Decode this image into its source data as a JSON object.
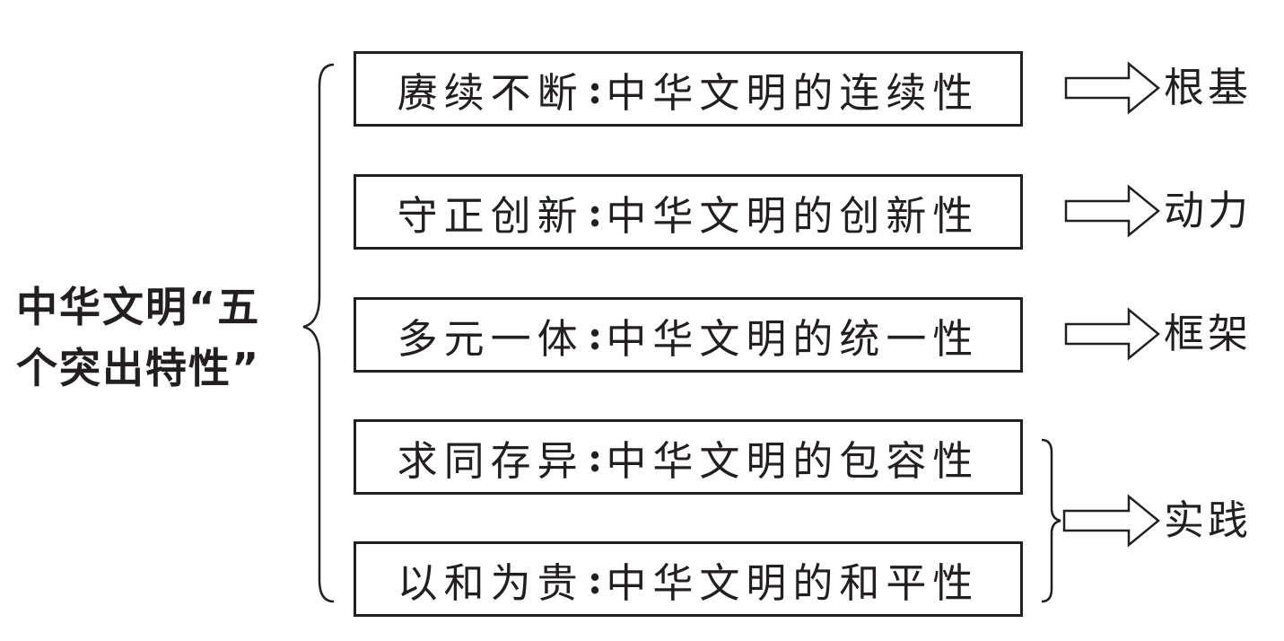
{
  "title": {
    "line1": "中华文明“五",
    "line2": "个突出特性”"
  },
  "traits": [
    {
      "label": "赓续不断",
      "desc": "中华文明的连续性"
    },
    {
      "label": "守正创新",
      "desc": "中华文明的创新性"
    },
    {
      "label": "多元一体",
      "desc": "中华文明的统一性"
    },
    {
      "label": "求同存异",
      "desc": "中华文明的包容性"
    },
    {
      "label": "以和为贵",
      "desc": "中华文明的和平性"
    }
  ],
  "results": [
    "根基",
    "动力",
    "框架",
    "实践"
  ],
  "separator": ":",
  "colors": {
    "ink": "#231f20",
    "background": "#ffffff"
  },
  "icons": [
    "left-brace-icon",
    "right-brace-icon",
    "hollow-arrow-icon"
  ]
}
